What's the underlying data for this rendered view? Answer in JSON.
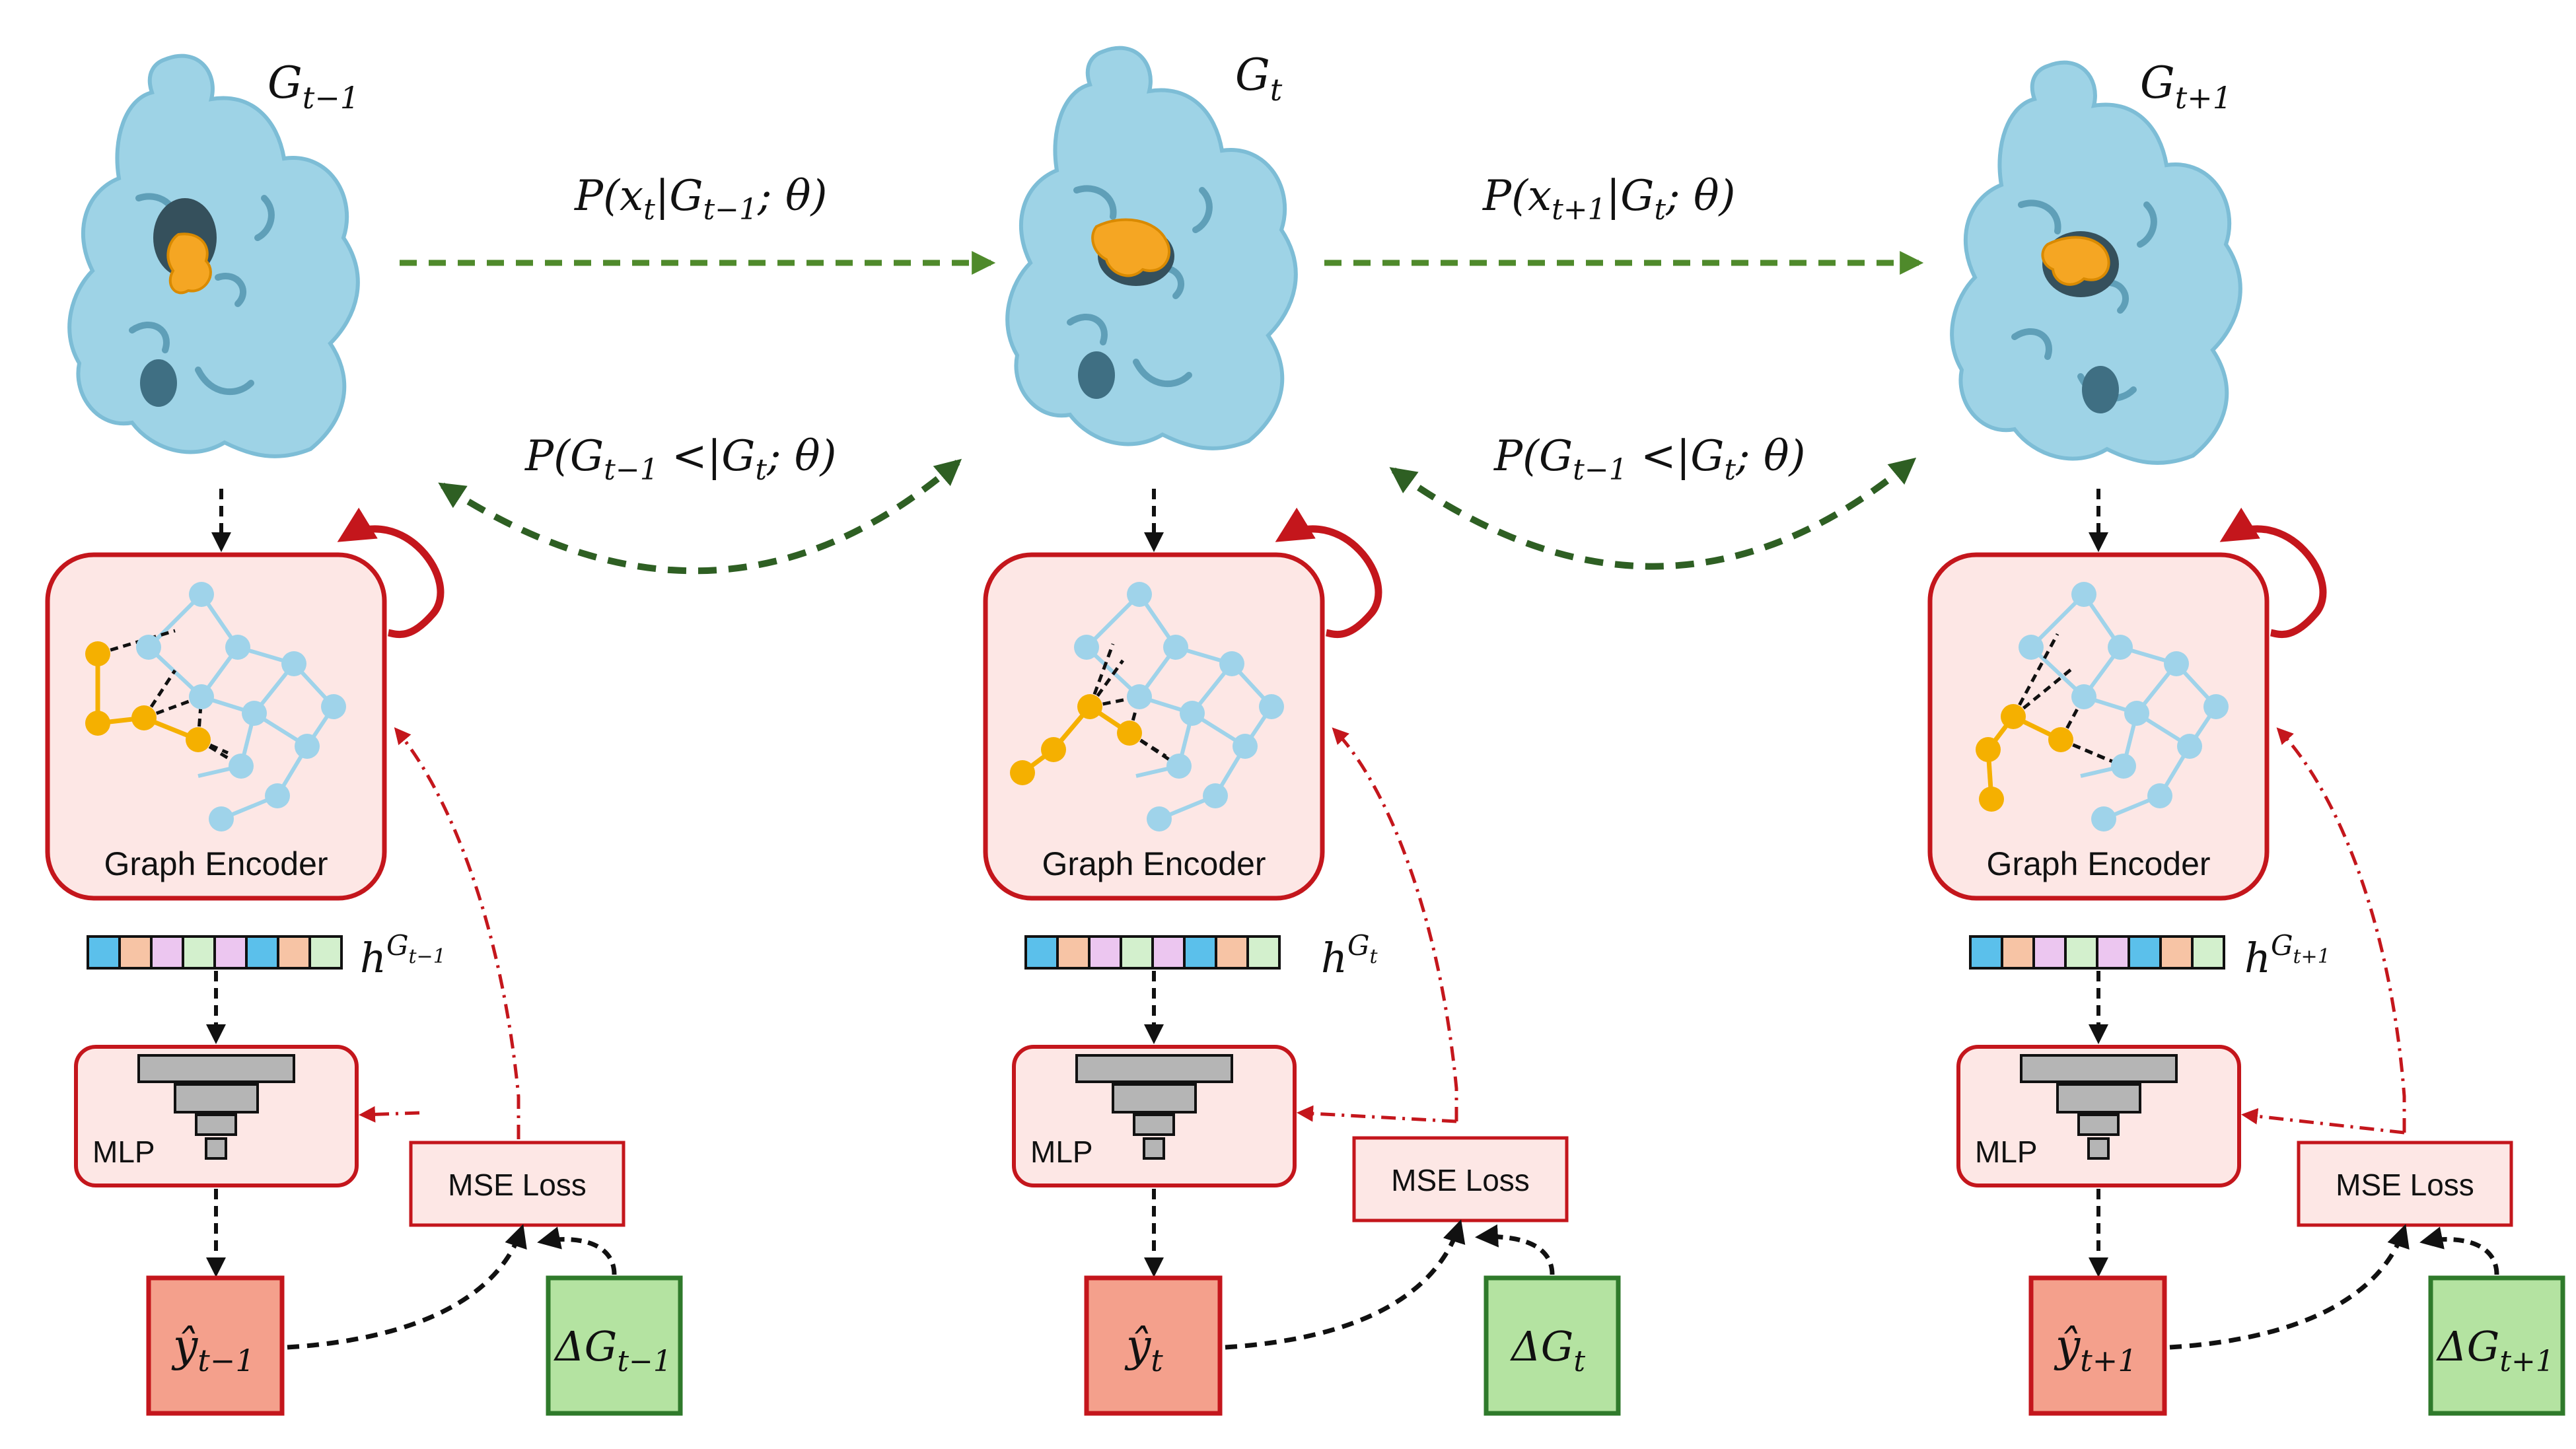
{
  "stages": [
    {
      "graph": {
        "base": "G",
        "sub": "t−1"
      },
      "encoder_label": "Graph Encoder",
      "embedding": {
        "base": "h",
        "sup_base": "G",
        "sup_sub": "t−1"
      },
      "mlp_label": "MLP",
      "loss_label": "MSE Loss",
      "prediction": {
        "base": "ŷ",
        "sub": "t−1"
      },
      "target": {
        "base": "ΔG",
        "sub": "t−1"
      }
    },
    {
      "graph": {
        "base": "G",
        "sub": "t"
      },
      "encoder_label": "Graph Encoder",
      "embedding": {
        "base": "h",
        "sup_base": "G",
        "sup_sub": "t"
      },
      "mlp_label": "MLP",
      "loss_label": "MSE Loss",
      "prediction": {
        "base": "ŷ",
        "sub": "t"
      },
      "target": {
        "base": "ΔG",
        "sub": "t"
      }
    },
    {
      "graph": {
        "base": "G",
        "sub": "t+1"
      },
      "encoder_label": "Graph Encoder",
      "embedding": {
        "base": "h",
        "sup_base": "G",
        "sup_sub": "t+1"
      },
      "mlp_label": "MLP",
      "loss_label": "MSE Loss",
      "prediction": {
        "base": "ŷ",
        "sub": "t+1"
      },
      "target": {
        "base": "ΔG",
        "sub": "t+1"
      }
    }
  ],
  "transitions": [
    {
      "forward": {
        "pre": "P(x",
        "sub1": "t",
        "mid": "|G",
        "sub2": "t−1",
        "post": "; θ)"
      },
      "backward": {
        "pre": "P(G",
        "sub1": "t−1",
        "mid": " <|G",
        "sub2": "t",
        "post": "; θ)"
      }
    },
    {
      "forward": {
        "pre": "P(x",
        "sub1": "t+1",
        "mid": "|G",
        "sub2": "t",
        "post": "; θ)"
      },
      "backward": {
        "pre": "P(G",
        "sub1": "t−1",
        "mid": " <|G",
        "sub2": "t",
        "post": "; θ)"
      }
    }
  ],
  "colors": {
    "protein": "#9ed3e6",
    "protein_dark": "#5f9fb8",
    "ligand": "#f5a623",
    "node_blue": "#9fd3ea",
    "node_orange": "#f5b000",
    "encoder_fill": "#fde7e5",
    "encoder_stroke": "#c4161c",
    "prediction_fill": "#f4a08c",
    "target_fill": "#b4e3a1",
    "target_stroke": "#2f7a2b",
    "green_arrow": "#4f8a2b",
    "dark_green_arrow": "#2e5f23",
    "embedding_cells": [
      "#5bc0eb",
      "#f7c4a5",
      "#ecc6f0",
      "#d3f0cd",
      "#ecc6f0",
      "#5bc0eb",
      "#f7c4a5",
      "#d3f0cd"
    ]
  }
}
